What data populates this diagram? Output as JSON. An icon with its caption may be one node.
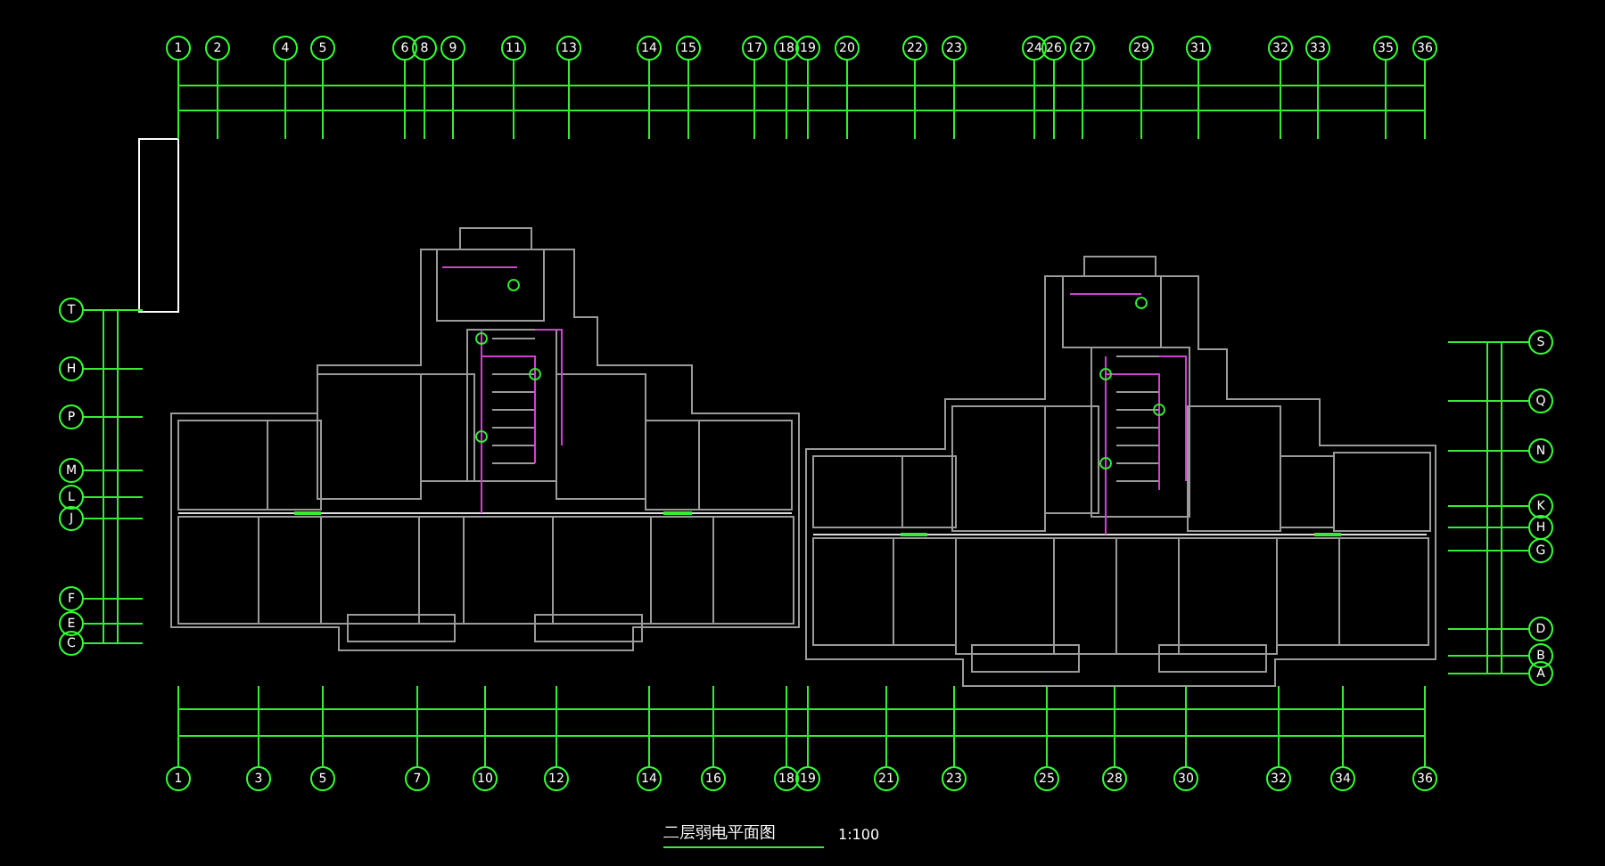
{
  "diagram": {
    "title": "二层弱电平面图",
    "labels": [
      "1",
      "2",
      "4",
      "5",
      "6",
      "8",
      "9",
      "11",
      "13",
      "14",
      "15",
      "17",
      "18",
      "19",
      "20",
      "22",
      "23",
      "24",
      "26",
      "27",
      "29",
      "31",
      "32",
      "33",
      "35",
      "36",
      "T",
      "H",
      "P",
      "M",
      "L",
      "J",
      "F",
      "E",
      "C",
      "S",
      "Q",
      "N",
      "K",
      "H",
      "G",
      "D",
      "B",
      "A",
      "1",
      "3",
      "5",
      "7",
      "10",
      "12",
      "14",
      "16",
      "18",
      "19",
      "21",
      "23",
      "25",
      "28",
      "30",
      "32",
      "34",
      "36",
      "1:100"
    ]
  }
}
